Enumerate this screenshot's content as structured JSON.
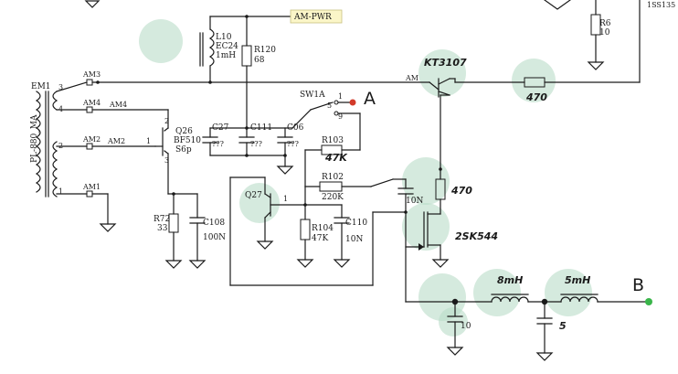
{
  "top_right_ref": "1SS135",
  "components": {
    "l10": {
      "ref": "L10",
      "type": "EC24",
      "value": "1mH"
    },
    "r120": {
      "ref": "R120",
      "value": "68"
    },
    "r6": {
      "ref": "R6",
      "value": "10"
    },
    "r72": {
      "ref": "R72",
      "value": "33"
    },
    "r102": {
      "ref": "R102",
      "value": "220K"
    },
    "r103": {
      "ref": "R103",
      "value": "47K"
    },
    "r104": {
      "ref": "R104",
      "value": "47K"
    },
    "c27": {
      "ref": "C27",
      "value": "???"
    },
    "c111": {
      "ref": "C111",
      "value": "???"
    },
    "c06": {
      "ref": "C06",
      "value": "???"
    },
    "c108": {
      "ref": "C108",
      "value": "100N"
    },
    "c110": {
      "ref": "C110",
      "value": "10N"
    },
    "q26": {
      "ref": "Q26",
      "part": "BF510",
      "pkg": "S6p"
    },
    "q27": {
      "ref": "Q27"
    },
    "sw1a": {
      "ref": "SW1A",
      "pins": [
        "5",
        "1",
        "9"
      ]
    },
    "em1": {
      "ref": "EM1",
      "side_label": "PL-880_MA",
      "pins": [
        "3",
        "4",
        "2",
        "1"
      ]
    },
    "q26_pins": [
      "2",
      "1",
      "3"
    ],
    "q27_pin": "1",
    "cap_10n_left": "10N",
    "res_470_vertical": "470",
    "kt3107": "KT3107",
    "am_label": "AM",
    "res_470_horizontal": "470",
    "fet": "2SK544",
    "l_8mh": "8mH",
    "l_5mh": "5mH",
    "cap_10": "10",
    "cap_5": "5"
  },
  "nets": {
    "am_pwr": "AM-PWR",
    "am1": "AM1",
    "am2": "AM2",
    "am3": "AM3",
    "am4": "AM4",
    "am2_wire": "AM2",
    "am4_wire": "AM4"
  },
  "markers": {
    "a": "A",
    "b": "B",
    "a_color": "#d23a2a",
    "b_color": "#3ab54a"
  }
}
